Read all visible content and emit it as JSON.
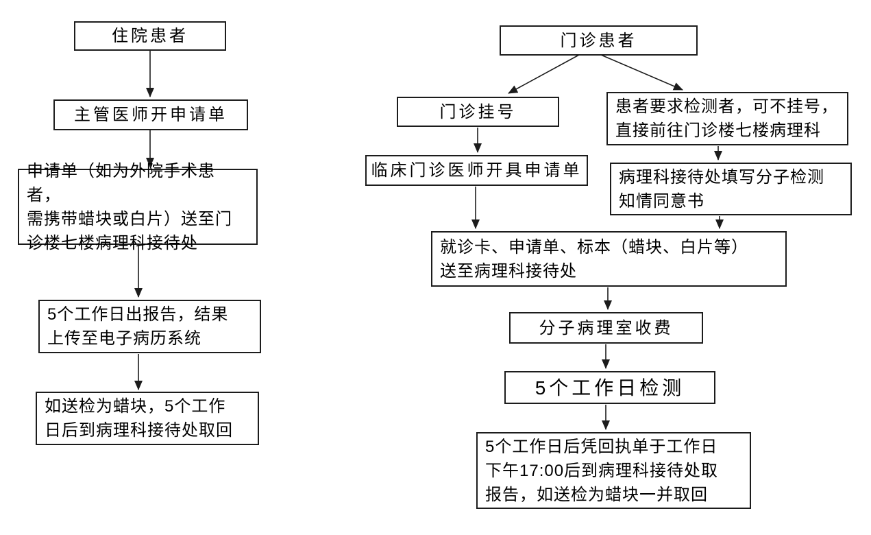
{
  "diagram": {
    "title": "",
    "colors": {
      "box_border": "#1c1c1c",
      "text": "#000000",
      "arrow": "#1c1c1c",
      "background": "#ffffff"
    },
    "nodes": {
      "l1": {
        "text": "住院患者"
      },
      "l2": {
        "text": "主管医师开申请单"
      },
      "l3": {
        "text": "申请单（如为外院手术患者，\n需携带蜡块或白片）送至门\n诊楼七楼病理科接待处"
      },
      "l4": {
        "text": "5个工作日出报告，结果\n上传至电子病历系统"
      },
      "l5": {
        "text": "如送检为蜡块，5个工作\n日后到病理科接待处取回"
      },
      "r1": {
        "text": "门诊患者"
      },
      "r2": {
        "text": "门诊挂号"
      },
      "r3": {
        "text": "患者要求检测者，可不挂号，\n直接前往门诊楼七楼病理科"
      },
      "r4": {
        "text": "临床门诊医师开具申请单"
      },
      "r5": {
        "text": "病理科接待处填写分子检测\n知情同意书"
      },
      "r6": {
        "text": "就诊卡、申请单、标本（蜡块、白片等）\n送至病理科接待处"
      },
      "r7": {
        "text": "分子病理室收费"
      },
      "r8": {
        "text": "5个工作日检测"
      },
      "r9": {
        "text": "5个工作日后凭回执单于工作日\n下午17:00后到病理科接待处取\n报告，如送检为蜡块一并取回"
      }
    },
    "edges": [
      {
        "from": "l1",
        "to": "l2"
      },
      {
        "from": "l2",
        "to": "l3"
      },
      {
        "from": "l3",
        "to": "l4"
      },
      {
        "from": "l4",
        "to": "l5"
      },
      {
        "from": "r1",
        "to": "r2"
      },
      {
        "from": "r1",
        "to": "r3"
      },
      {
        "from": "r2",
        "to": "r4"
      },
      {
        "from": "r3",
        "to": "r5"
      },
      {
        "from": "r4",
        "to": "r6"
      },
      {
        "from": "r5",
        "to": "r6"
      },
      {
        "from": "r6",
        "to": "r7"
      },
      {
        "from": "r7",
        "to": "r8"
      },
      {
        "from": "r8",
        "to": "r9"
      }
    ]
  }
}
